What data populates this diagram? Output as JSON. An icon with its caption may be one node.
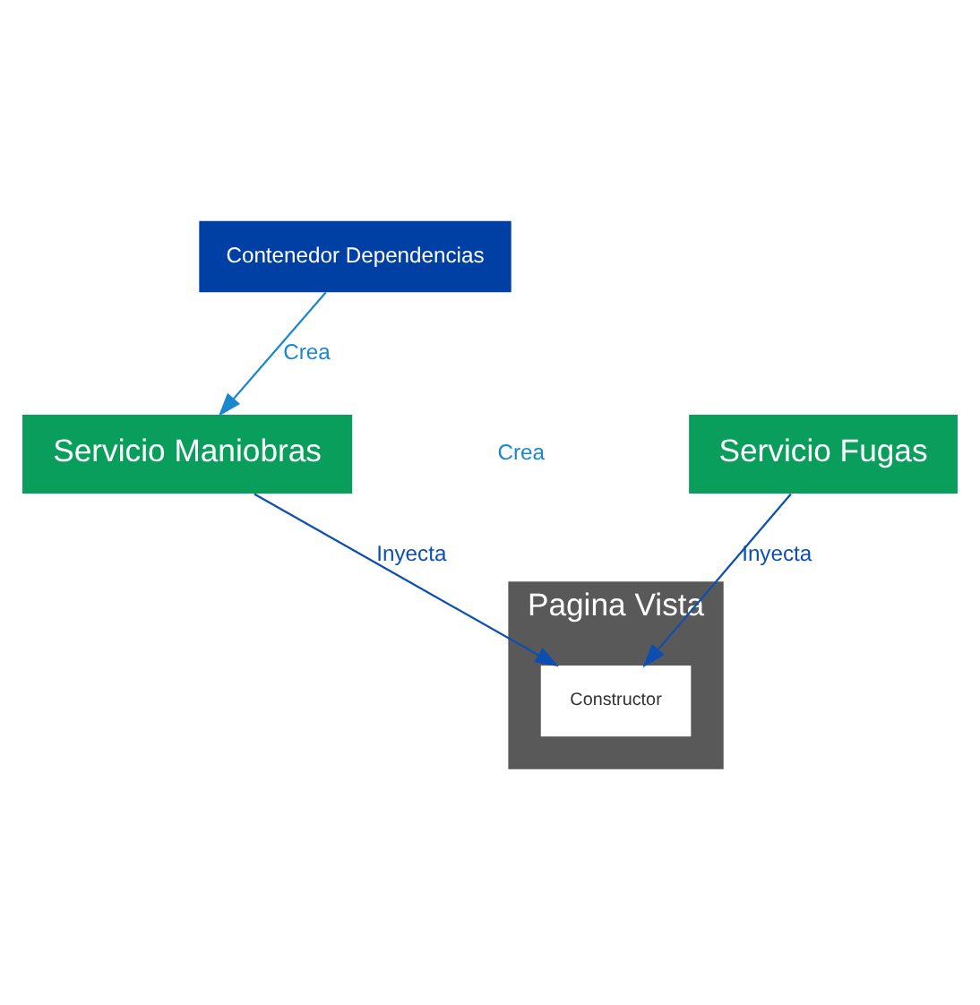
{
  "diagram": {
    "nodes": [
      {
        "text": [
          "Contenedor Dependencias"
        ]
      },
      {
        "text": [
          "Servicio Fugas"
        ]
      },
      {
        "text": [
          "Servicio Maniobras"
        ]
      },
      {
        "text": [
          "Pagina Vista"
        ]
      },
      {
        "text": [
          "Constructor"
        ],
        "in": 3
      }
    ],
    "edges": [
      {
        "from": 0,
        "to": 2,
        "arrow": "to",
        "label": "Crea",
        "color": "#1a88cc"
      },
      {
        "from": 2,
        "to": 4,
        "arrow": "to",
        "label": "Inyecta"
      },
      {
        "from": 1,
        "to": 4,
        "arrow": "to",
        "label": "Inyecta"
      }
    ],
    "labels": [
      "Crea"
    ]
  }
}
